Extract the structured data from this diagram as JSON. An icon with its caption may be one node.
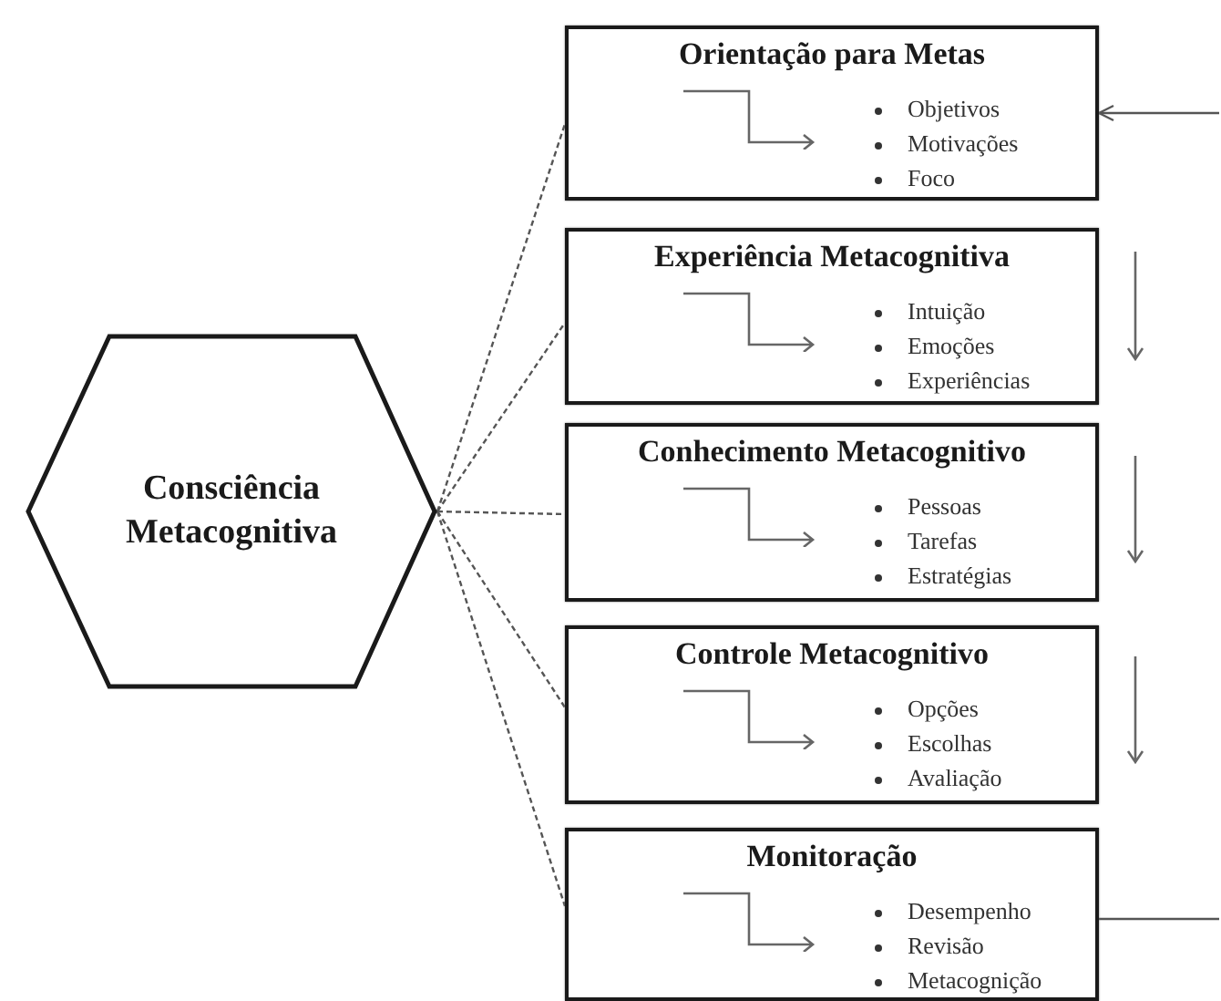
{
  "diagram": {
    "nodes": [
      {
        "text": [
          "Consciência Metacognitiva"
        ]
      },
      {
        "text": [
          "Orientação para Metas",
          "Objetivos",
          "Motivações",
          "Foco"
        ]
      },
      {
        "text": [
          "Experiência Metacognitiva",
          "Intuição",
          "Emoções",
          "Experiências"
        ]
      },
      {
        "text": [
          "Conhecimento Metacognitivo",
          "Pessoas",
          "Tarefas",
          "Estratégias"
        ]
      },
      {
        "text": [
          "Controle Metacognitivo",
          "Opções",
          "Escolhas",
          "Avaliação"
        ]
      },
      {
        "text": [
          "Monitoração",
          "Desempenho",
          "Revisão",
          "Metacognição"
        ]
      }
    ],
    "edges": [
      {
        "from": 0,
        "to": 1,
        "arrow": "none",
        "style": "dashed"
      },
      {
        "from": 0,
        "to": 2,
        "arrow": "none",
        "style": "dashed"
      },
      {
        "from": 0,
        "to": 3,
        "arrow": "none",
        "style": "dashed"
      },
      {
        "from": 0,
        "to": 4,
        "arrow": "none",
        "style": "dashed"
      },
      {
        "from": 0,
        "to": 5,
        "arrow": "none",
        "style": "dashed"
      },
      {
        "from": null,
        "to": 1,
        "arrow": "to"
      },
      {
        "from": 5,
        "to": null,
        "arrow": "none"
      }
    ]
  }
}
